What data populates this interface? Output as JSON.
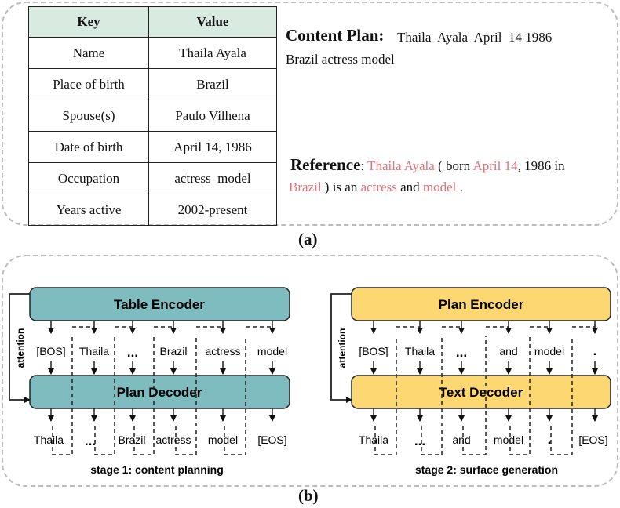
{
  "panel_a": {
    "table": {
      "headers": [
        "Key",
        "Value"
      ],
      "rows": [
        [
          "Name",
          "Thaila Ayala"
        ],
        [
          "Place of birth",
          "Brazil"
        ],
        [
          "Spouse(s)",
          "Paulo Vilhena"
        ],
        [
          "Date of birth",
          "April 14, 1986"
        ],
        [
          "Occupation",
          "actress  model"
        ],
        [
          "Years active",
          "2002-present"
        ]
      ]
    },
    "content_plan": {
      "label": "Content Plan:",
      "line1": "Thaila  Ayala  April  14 1986",
      "line2": "Brazil actress model"
    },
    "reference": {
      "label": "Reference",
      "colon": ": ",
      "p1": "Thaila Ayala",
      "p2": " ( born ",
      "p3": "April 14",
      "p4": ", 1986 in",
      "p5": "Brazil",
      "p6": " ) is an ",
      "p7": "actress",
      "p8": " and ",
      "p9": "model",
      "p10": " ."
    },
    "caption": "(a)"
  },
  "panel_b": {
    "left": {
      "encoder_label": "Table Encoder",
      "decoder_label": "Plan Decoder",
      "attention_label": "attention",
      "input_tokens": [
        "[BOS]",
        "Thaila",
        "...",
        "Brazil",
        "actress",
        "model"
      ],
      "output_tokens": [
        "Thaila",
        "...",
        "Brazil",
        "actress",
        "model",
        "[EOS]"
      ],
      "stage_label": "stage 1: content planning",
      "box_color": "#7fbcbf"
    },
    "right": {
      "encoder_label": "Plan Encoder",
      "decoder_label": "Text Decoder",
      "attention_label": "attention",
      "input_tokens": [
        "[BOS]",
        "Thaila",
        "...",
        "and",
        "model",
        "."
      ],
      "output_tokens": [
        "Thaila",
        "...",
        "and",
        "model",
        ".",
        "[EOS]"
      ],
      "stage_label": "stage 2: surface generation",
      "box_color": "#fdd872"
    },
    "caption": "(b)"
  }
}
